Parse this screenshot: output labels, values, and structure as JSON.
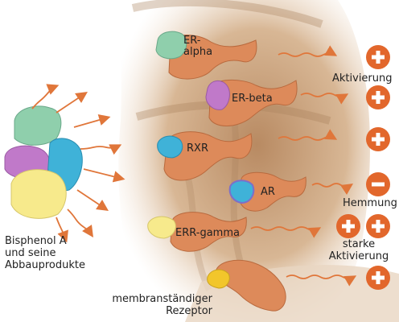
{
  "source": {
    "line1": "Bisphenol A",
    "line2": "und seine",
    "line3": "Abbauprodukte"
  },
  "receptors": [
    {
      "name_line1": "ER-",
      "name_line2": "alpha",
      "effect_sign": "plus"
    },
    {
      "name": "ER-beta",
      "effect_sign": "plus"
    },
    {
      "name": "RXR",
      "effect_sign": "plus"
    },
    {
      "name": "AR",
      "effect_sign": "minus"
    },
    {
      "name": "ERR-gamma",
      "effect_sign": "plus-plus"
    },
    {
      "name": "",
      "effect_sign": "plus"
    }
  ],
  "membrane_receptor": {
    "line1": "membranständiger",
    "line2": "Rezeptor"
  },
  "effects": {
    "activation": "Aktivierung",
    "inhibition": "Hemmung",
    "strong_line1": "starke",
    "strong_line2": "Aktivierung"
  },
  "colors": {
    "receptor": "#dd8a5a",
    "effect_circle": "#e2672c",
    "arrow": "#e0763a",
    "background_tissue": "#c9a27c",
    "green_molecule": "#8fcfac",
    "purple_molecule": "#c079c9",
    "blue_molecule": "#3fb2d8",
    "yellow_molecule": "#f7ea8c"
  }
}
